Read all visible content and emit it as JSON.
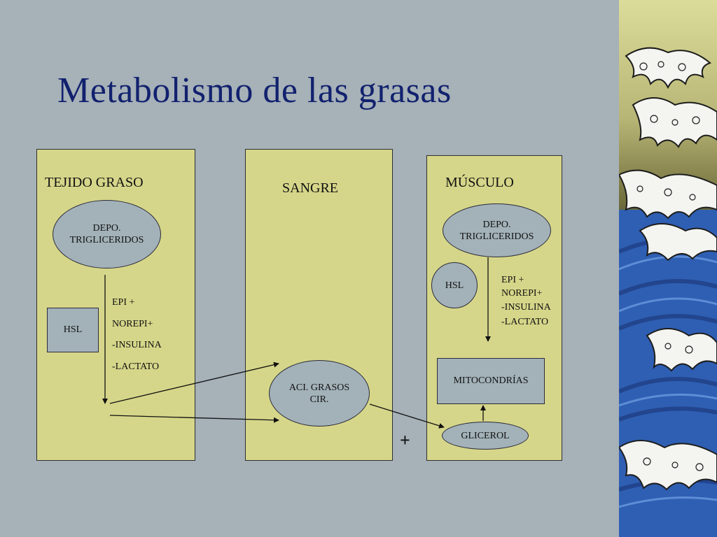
{
  "slide": {
    "title": "Metabolismo de las grasas"
  },
  "tejido": {
    "title": "TEJIDO GRASO",
    "depot_line1": "DEPO.",
    "depot_line2": "TRIGLICERIDOS",
    "hsl": "HSL",
    "factors": [
      "EPI +",
      "NOREPI+",
      "-INSULINA",
      "-LACTATO"
    ]
  },
  "sangre": {
    "title": "SANGRE",
    "acids_line1": "ACI. GRASOS",
    "acids_line2": "CIR."
  },
  "musculo": {
    "title": "MÚSCULO",
    "depot_line1": "DEPO.",
    "depot_line2": "TRIGLICERIDOS",
    "hsl": "HSL",
    "factors": [
      "EPI +",
      "NOREPI+",
      "-INSULINA",
      "-LACTATO"
    ],
    "mito": "MITOCONDRÍAS",
    "glicerol": "GLICEROL"
  },
  "plus_sign": "+",
  "colors": {
    "background": "#a6b1b8",
    "title": "#12216e",
    "panel": "#d6d68a",
    "shape_fill": "#a3b2b9",
    "wave_blue": "#2f5fb3",
    "wave_olive": "#6f6d3a"
  },
  "decoration": "japanese-wave-icon"
}
